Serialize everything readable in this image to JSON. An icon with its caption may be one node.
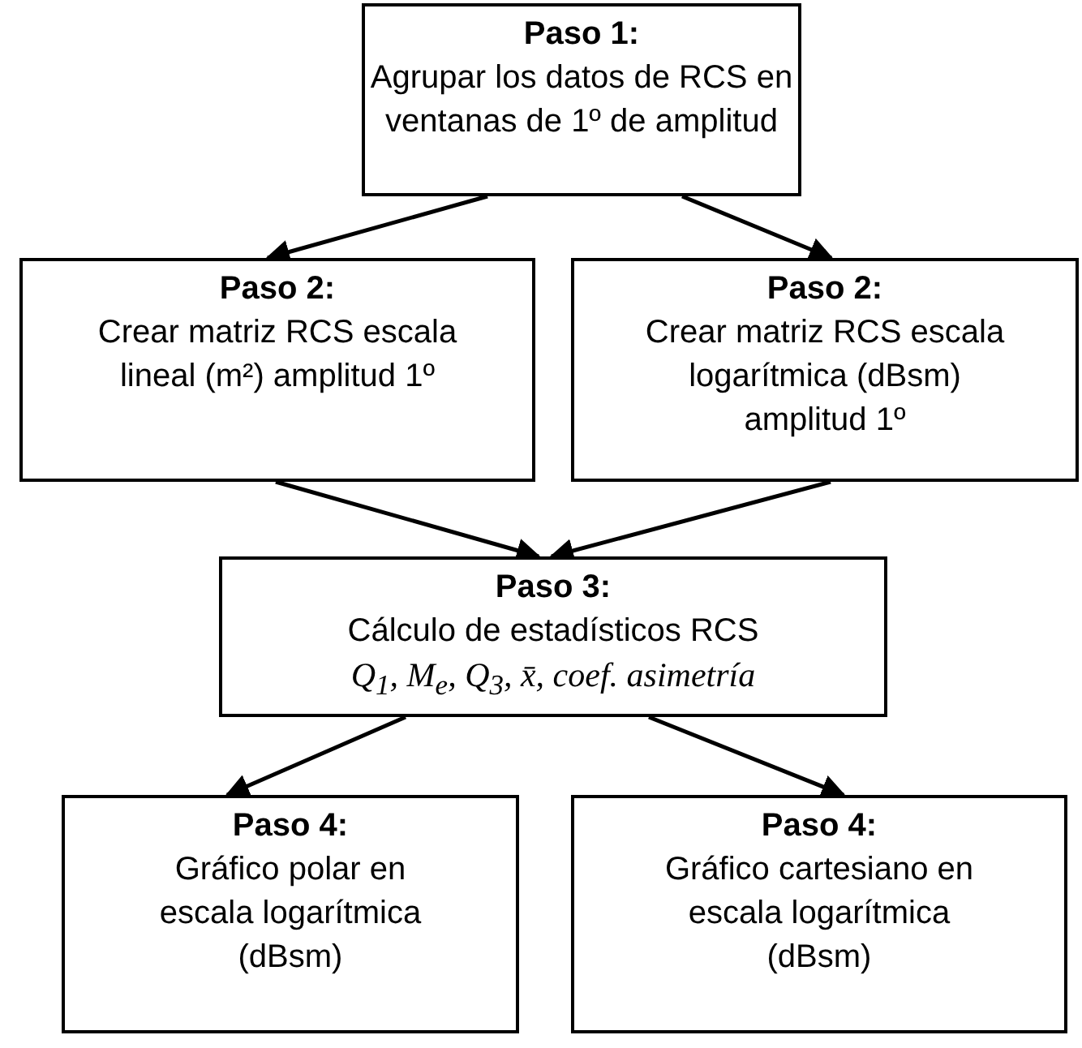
{
  "diagram": {
    "nodes": [
      {
        "text": [
          "Paso 1:",
          "Agrupar los datos de RCS en ventanas de 1º de amplitud"
        ]
      },
      {
        "text": [
          "Paso 2:",
          "Crear matriz RCS escala lineal (m²) amplitud 1º"
        ]
      },
      {
        "text": [
          "Paso 2:",
          "Crear matriz RCS escala logarítmica (dBsm) amplitud 1º"
        ]
      },
      {
        "text": [
          "Paso 3:",
          "Cálculo de estadísticos RCS",
          "Q$_{1}$, M$_{e}$, Q$_{3}$, x̄, coef. asimetría"
        ]
      },
      {
        "text": [
          "Paso 4:",
          "Gráfico polar en escala logarítmica (dBsm)"
        ]
      },
      {
        "text": [
          "Paso 4:",
          "Gráfico cartesiano en escala logarítmica (dBsm)"
        ]
      }
    ],
    "edges": [
      {
        "from": 0,
        "to": 1,
        "arrow": "to"
      },
      {
        "from": 0,
        "to": 2,
        "arrow": "to"
      },
      {
        "from": 1,
        "to": 3,
        "arrow": "to"
      },
      {
        "from": 2,
        "to": 3,
        "arrow": "to"
      },
      {
        "from": 3,
        "to": 4,
        "arrow": "to"
      },
      {
        "from": 3,
        "to": 5,
        "arrow": "to"
      }
    ]
  }
}
